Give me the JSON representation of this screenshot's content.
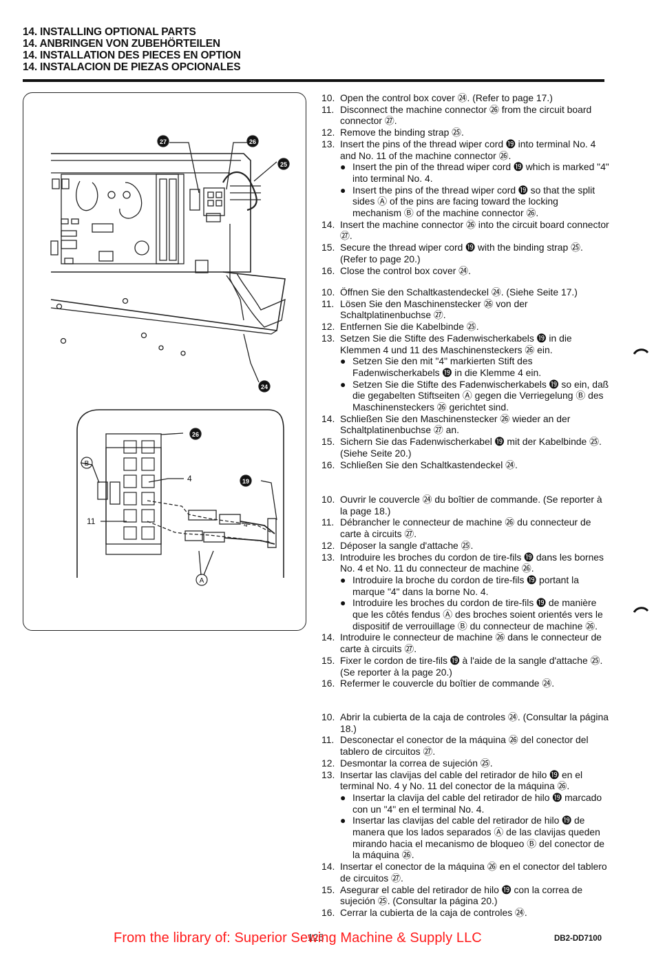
{
  "header": {
    "titles": [
      "14. INSTALLING OPTIONAL PARTS",
      "14. ANBRINGEN VON ZUBEHÖRTEILEN",
      "14. INSTALLATION DES PIECES EN OPTION",
      "14. INSTALACION DE PIEZAS OPCIONALES"
    ]
  },
  "figure": {
    "labels": {
      "l24": "24",
      "l25": "25",
      "l26": "26",
      "l27": "27",
      "l19": "19",
      "lA": "A",
      "lB": "B",
      "l4": "4",
      "l11": "11",
      "wire4": "4"
    }
  },
  "english": [
    {
      "n": "10.",
      "t": "Open the control box cover ㉔. (Refer to page 17.)"
    },
    {
      "n": "11.",
      "t": "Disconnect the machine connector ㉖ from the circuit board connector ㉗."
    },
    {
      "n": "12.",
      "t": "Remove the binding strap ㉕."
    },
    {
      "n": "13.",
      "t": "Insert the pins of the thread wiper cord ⓳ into terminal No. 4 and No. 11 of the machine connector ㉖.",
      "bullets": [
        "Insert the pin of the thread wiper cord ⓳ which is marked \"4\" into terminal No. 4.",
        "Insert the pins of the thread wiper cord ⓳ so that the split sides Ⓐ of the pins are facing toward the locking mechanism Ⓑ of the machine connector ㉖."
      ]
    },
    {
      "n": "14.",
      "t": "Insert the machine connector ㉖ into the circuit board connector ㉗."
    },
    {
      "n": "15.",
      "t": "Secure the thread wiper cord ⓳ with the binding strap ㉕. (Refer to page 20.)"
    },
    {
      "n": "16.",
      "t": "Close the control box cover ㉔."
    }
  ],
  "german": [
    {
      "n": "10.",
      "t": "Öffnen Sie den Schaltkastendeckel ㉔. (Siehe Seite 17.)"
    },
    {
      "n": "11.",
      "t": "Lösen Sie den Maschinenstecker ㉖ von der Schaltplatinenbuchse ㉗."
    },
    {
      "n": "12.",
      "t": "Entfernen Sie die Kabelbinde ㉕."
    },
    {
      "n": "13.",
      "t": "Setzen Sie die Stifte des Fadenwischerkabels ⓳ in die Klemmen 4 und 11 des Maschinensteckers ㉖ ein.",
      "bullets": [
        "Setzen Sie den mit \"4\" markierten Stift des Fadenwischerkabels ⓳ in die Klemme 4 ein.",
        "Setzen Sie die Stifte des Fadenwischerkabels ⓳ so ein, daß die gegabelten Stiftseiten Ⓐ gegen die Verriegelung Ⓑ des Maschinensteckers ㉖ gerichtet sind."
      ]
    },
    {
      "n": "14.",
      "t": "Schließen Sie den Maschinenstecker ㉖ wieder an der Schaltplatinenbuchse ㉗ an."
    },
    {
      "n": "15.",
      "t": "Sichern Sie das Fadenwischerkabel ⓳ mit der Kabelbinde ㉕. (Siehe Seite 20.)"
    },
    {
      "n": "16.",
      "t": "Schließen Sie den Schaltkastendeckel ㉔."
    }
  ],
  "french": [
    {
      "n": "10.",
      "t": "Ouvrir le couvercle ㉔ du boîtier de commande. (Se reporter à la page 18.)"
    },
    {
      "n": "11.",
      "t": "Débrancher le connecteur de machine ㉖ du connecteur de carte à circuits ㉗."
    },
    {
      "n": "12.",
      "t": "Déposer la sangle d'attache ㉕."
    },
    {
      "n": "13.",
      "t": "Introduire les broches du cordon de tire-fils ⓳ dans les bornes No. 4 et No. 11 du connecteur de machine ㉖.",
      "bullets": [
        "Introduire la broche du cordon de tire-fils ⓳ portant la marque \"4\" dans la borne No. 4.",
        "Introduire les broches du cordon de tire-fils ⓳ de manière que les côtés fendus Ⓐ des broches soient orientés vers le dispositif de verrouillage Ⓑ du connecteur de machine ㉖."
      ]
    },
    {
      "n": "14.",
      "t": "Introduire le connecteur de machine ㉖ dans le connecteur de carte à circuits ㉗."
    },
    {
      "n": "15.",
      "t": "Fixer le cordon de tire-fils ⓳ à l'aide de la sangle d'attache ㉕. (Se reporter à la page 20.)"
    },
    {
      "n": "16.",
      "t": "Refermer le couvercle du boîtier de commande ㉔."
    }
  ],
  "spanish": [
    {
      "n": "10.",
      "t": "Abrir la cubierta de la caja de controles ㉔. (Consultar la página 18.)"
    },
    {
      "n": "11.",
      "t": "Desconectar el conector de la máquina ㉖ del conector del tablero de circuitos ㉗."
    },
    {
      "n": "12.",
      "t": "Desmontar la correa de sujeción ㉕."
    },
    {
      "n": "13.",
      "t": "Insertar las clavijas del cable del retirador de hilo ⓳ en el terminal No. 4 y No. 11 del conector de la máquina ㉖.",
      "bullets": [
        "Insertar la clavija del cable del retirador de hilo ⓳ marcado con un \"4\" en el terminal No. 4.",
        "Insertar las clavijas del cable del retirador de hilo ⓳ de manera que los lados separados Ⓐ de las clavijas queden mirando hacia el mecanismo de bloqueo Ⓑ del conector de la máquina ㉖."
      ]
    },
    {
      "n": "14.",
      "t": "Insertar el conector de la máquina ㉖ en el conector del tablero de circuitos ㉗."
    },
    {
      "n": "15.",
      "t": "Asegurar el cable del retirador de hilo ⓳ con la correa de sujeción ㉕. (Consultar la página 20.)"
    },
    {
      "n": "16.",
      "t": "Cerrar la cubierta de la caja de controles ㉔."
    }
  ],
  "footer": {
    "library": "From the library of: Superior Sewing Machine & Supply LLC",
    "page": "125",
    "code": "DB2-DD7100"
  }
}
